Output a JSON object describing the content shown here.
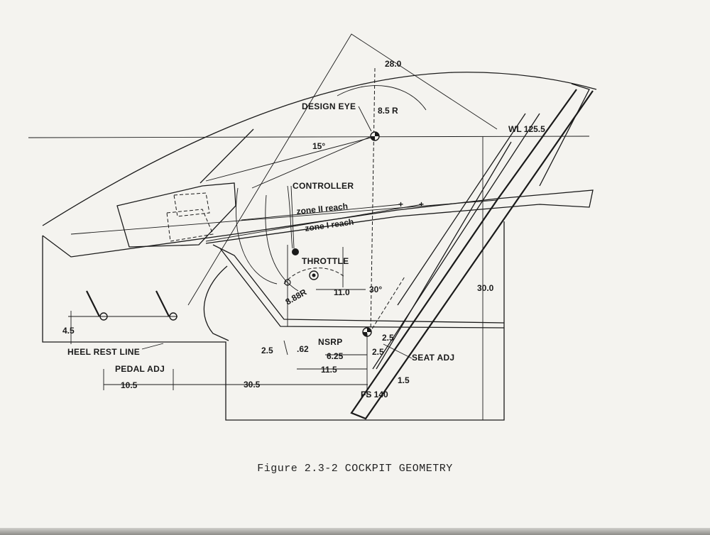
{
  "caption": "Figure 2.3-2  COCKPIT GEOMETRY",
  "labels": {
    "design_eye": "DESIGN EYE",
    "radius_eye": "8.5 R",
    "wl": "WL 125.5",
    "angle_15": "15°",
    "controller": "CONTROLLER",
    "zone2": "zone II reach",
    "zone1": "zone I reach",
    "throttle": "THROTTLE",
    "radius_888": "8.88R",
    "angle_30": "30°",
    "nsrp": "NSRP",
    "seat_adj": "SEAT ADJ",
    "heel_rest": "HEEL REST LINE",
    "pedal_adj": "PEDAL ADJ",
    "fs": "FS 140"
  },
  "dimensions": {
    "d28": "28.0",
    "d11": "11.0",
    "d30": "30.0",
    "d45": "4.5",
    "d25a": "2.5",
    "d25b": "2.5",
    "d25c": "2.5",
    "d62": ".62",
    "d625": "6.25",
    "d115": "11.5",
    "d105": "10.5",
    "d305": "30.5",
    "d15": "1.5"
  },
  "colors": {
    "ink": "#1a1a1a",
    "paper": "#f4f3ef"
  }
}
